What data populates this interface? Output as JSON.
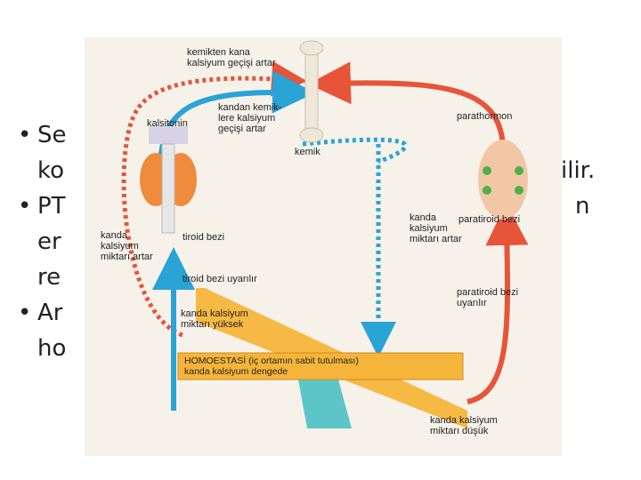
{
  "slide": {
    "bullets": [
      {
        "bullet": "•",
        "start": "Se",
        "end": ""
      },
      {
        "bullet": "",
        "start": "ko",
        "end": "ilir."
      },
      {
        "bullet": "•",
        "start": "PT",
        "end": "n"
      },
      {
        "bullet": "",
        "start": "er",
        "end": ""
      },
      {
        "bullet": "",
        "start": "re",
        "end": ""
      },
      {
        "bullet": "•",
        "start": "Ar",
        "end": ""
      },
      {
        "bullet": "",
        "start": "ho",
        "end": ""
      }
    ]
  },
  "diagram": {
    "labels": {
      "bone_to_blood": "kemikten kana\nkalsiyum geçişi artar",
      "blood_to_bone": "kandan kemik-\nlere kalsiyum\ngeçişi artar",
      "calcitonin": "kalsitonin",
      "bone": "kemik",
      "parathormone": "parathormon",
      "thyroid": "tiroid bezi",
      "blood_calcium_rises_left": "kanda\nkalsiyum\nmiktarı artar",
      "thyroid_stimulated": "tiroid bezi uyarılır",
      "parathyroid": "paratiroid bezi",
      "blood_calcium_rises_right": "kanda\nkalsiyum\nmiktarı artar",
      "parathyroid_stimulated": "paratiroid bezi\nuyarılır",
      "high_calcium": "kanda kalsiyum\nmiktarı yüksek",
      "homeostasis": "HOMOESTASİ (iç ortamın sabit tutulması)\nkanda kalsiyum dengede",
      "low_calcium": "kanda kalsiyum\nmiktarı düşük"
    },
    "colors": {
      "red_arrow": "#e8543a",
      "blue_arrow": "#2aa3d6",
      "balance_beam": "#f5b53a",
      "fulcrum": "#5cc5c8",
      "thyroid": "#f08a3c",
      "parathyroid": "#f2c7a6"
    }
  }
}
